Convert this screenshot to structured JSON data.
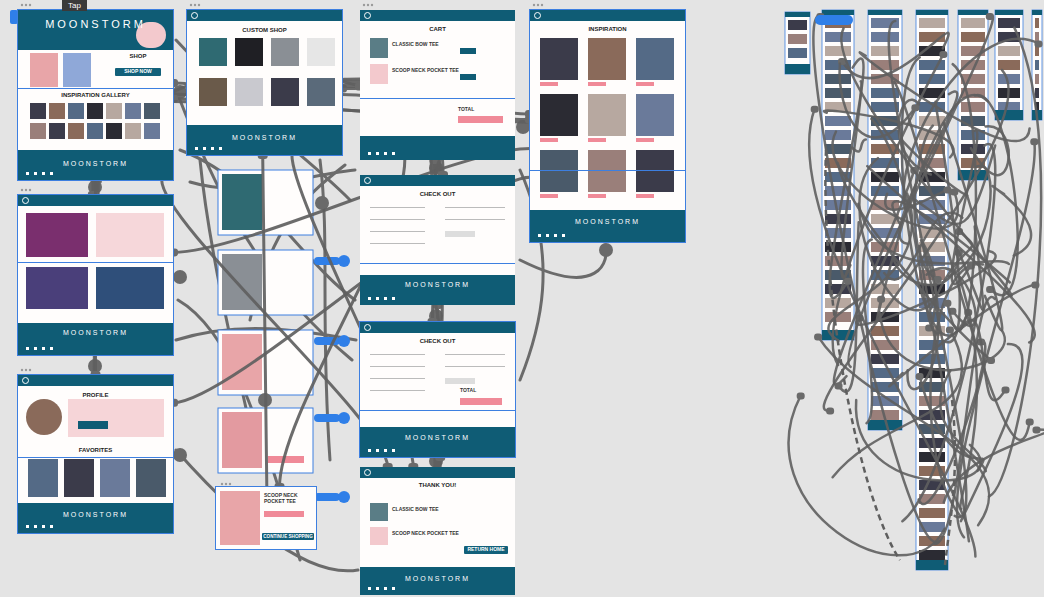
{
  "diagram": {
    "nodes": [
      {
        "text": [
          "MOONSTORM",
          "SHOP",
          "SHOP NOW",
          "INSPIRATION GALLERY",
          "MOONSTORM"
        ]
      },
      {
        "text": [
          "CUSTOM SHOP",
          "MOONSTORM"
        ]
      },
      {
        "text": [
          "CART",
          "CLASSIC BOW TEE",
          "SCOOP NECK POCKET TEE",
          "TOTAL"
        ]
      },
      {
        "text": [
          "INSPIRATION",
          "MOONSTORM"
        ]
      },
      {
        "text": [
          "MOONSTORM"
        ]
      },
      {
        "text": [
          "PROFILE",
          "FAVORITES",
          "MOONSTORM"
        ]
      },
      {
        "text": [
          "SCOOP NECK POCKET TEE",
          "CONTINUE SHOPPING"
        ]
      },
      {
        "text": [
          "CHECK OUT",
          "MOONSTORM"
        ]
      },
      {
        "text": [
          "CHECK OUT",
          "TOTAL",
          "MOONSTORM"
        ]
      },
      {
        "text": [
          "THANK YOU!",
          "CLASSIC BOW TEE",
          "SCOOP NECK POCKET TEE",
          "RETURN HOME",
          "MOONSTORM"
        ]
      }
    ],
    "edges": [
      {
        "from": 0,
        "to": 1,
        "arrow": "none"
      },
      {
        "from": 0,
        "to": 3,
        "arrow": "none"
      },
      {
        "from": 0,
        "to": 4,
        "arrow": "none"
      },
      {
        "from": 0,
        "to": 5,
        "arrow": "none"
      },
      {
        "from": 1,
        "to": 2,
        "arrow": "none"
      },
      {
        "from": 1,
        "to": 6,
        "arrow": "none"
      },
      {
        "from": 2,
        "to": 7,
        "arrow": "none"
      },
      {
        "from": 7,
        "to": 8,
        "arrow": "none"
      },
      {
        "from": 8,
        "to": 9,
        "arrow": "none"
      },
      {
        "from": 9,
        "to": 0,
        "arrow": "none"
      },
      {
        "from": 3,
        "to": 0,
        "arrow": "none"
      },
      {
        "from": 4,
        "to": 0,
        "arrow": "none"
      },
      {
        "from": 5,
        "to": 0,
        "arrow": "none"
      },
      {
        "from": 2,
        "to": 1,
        "arrow": "none"
      },
      {
        "from": 6,
        "to": 2,
        "arrow": "none"
      },
      {
        "from": 3,
        "to": 1,
        "arrow": "none"
      },
      {
        "from": 5,
        "to": 3,
        "arrow": "none"
      },
      {
        "from": 4,
        "to": 3,
        "arrow": "none"
      },
      {
        "from": 9,
        "to": 1,
        "arrow": "none"
      },
      {
        "from": 7,
        "to": 2,
        "arrow": "none"
      },
      {
        "from": 8,
        "to": 7,
        "arrow": "none"
      }
    ],
    "labels": [
      "Tap"
    ]
  }
}
